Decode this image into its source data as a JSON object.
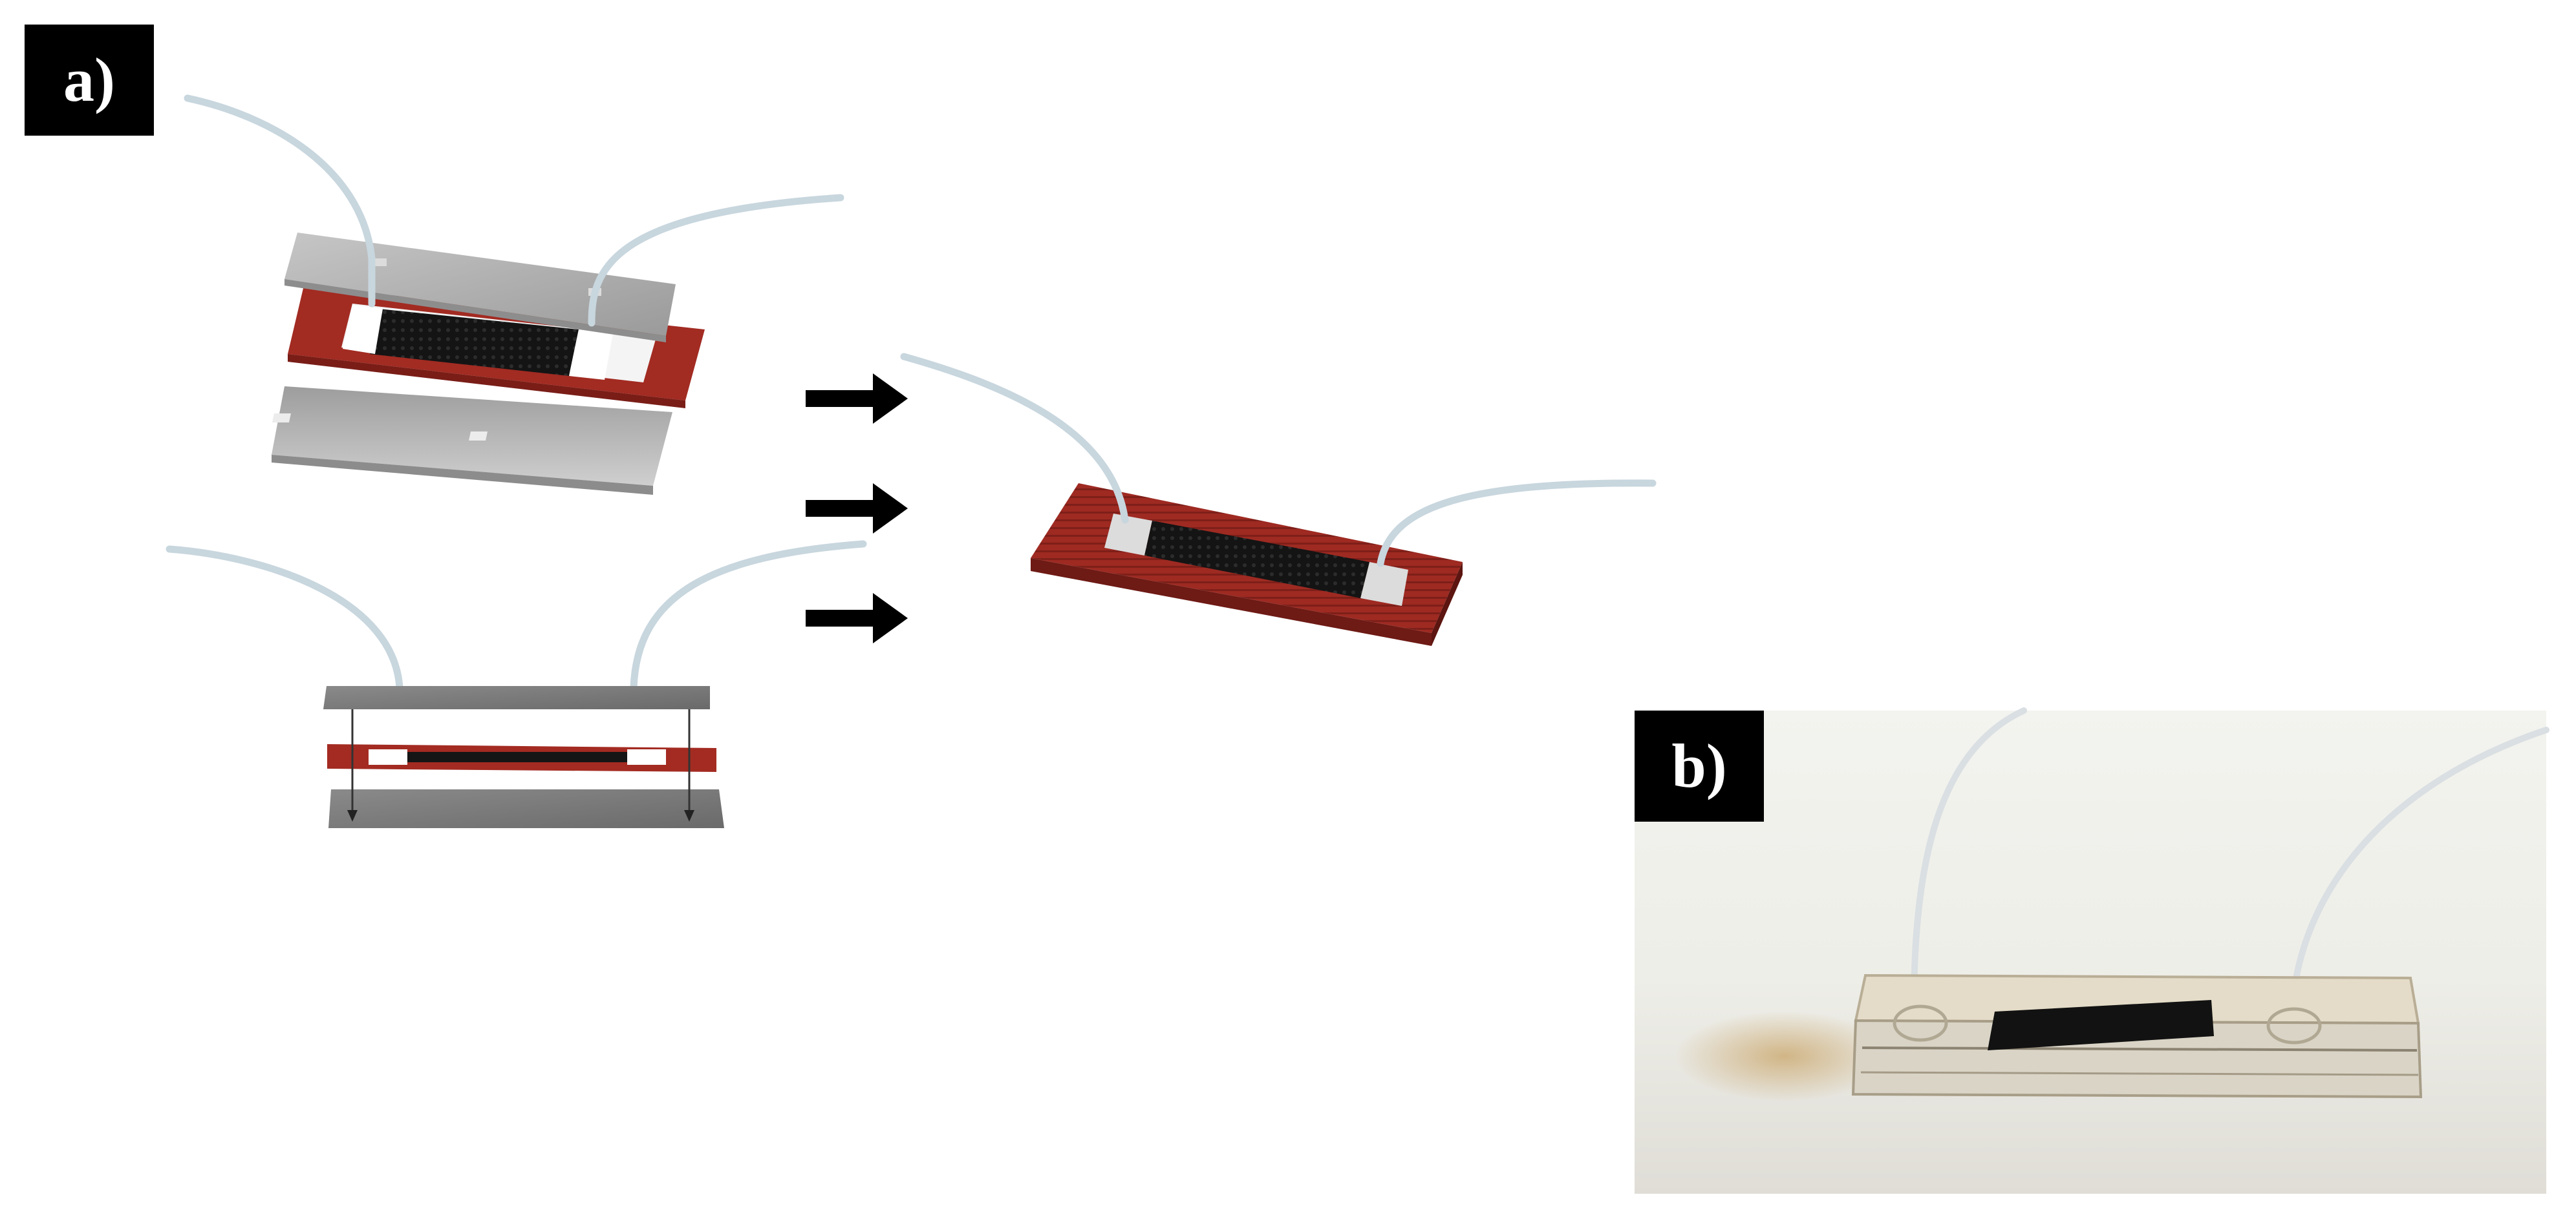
{
  "panels": {
    "a": {
      "label": "a)"
    },
    "b": {
      "label": "b)"
    }
  },
  "colors": {
    "background": "#ffffff",
    "label_background": "#000000",
    "label_text": "#ffffff",
    "glass_light": "#b4b4b4",
    "glass_dark": "#7d7d7d",
    "gasket_red": "#a32a22",
    "electrode_black": "#151515",
    "tubing": "#c8d6de",
    "arrow": "#000000",
    "photo_wall": "#f1f0ec",
    "photo_table": "#e4e2dc"
  },
  "icons": {
    "arrow": "right-arrow-icon",
    "exploded_view": "exploded-assembly",
    "assembled_view": "assembled-device",
    "photo": "device-photo"
  }
}
